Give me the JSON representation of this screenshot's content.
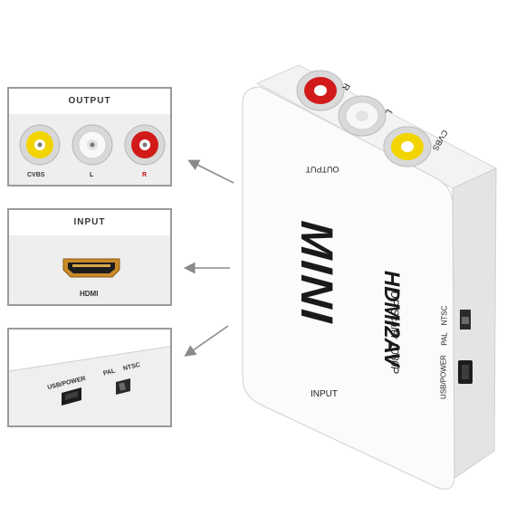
{
  "panels": {
    "output": {
      "title": "OUTPUT",
      "cvbs": "CVBS",
      "left": "L",
      "right": "R"
    },
    "input": {
      "title": "INPUT",
      "port": "HDMI"
    },
    "power": {
      "usb": "USB/POWER",
      "pal": "PAL",
      "ntsc": "NTSC"
    }
  },
  "device": {
    "brand": "MINI",
    "model": "HDMI2AV",
    "subtitle": "UP Scaler 1080P",
    "output": "OUTPUT",
    "input": "INPUT",
    "cvbs": "CVBS",
    "left": "L",
    "right": "R",
    "side_usb": "USB/POWER",
    "side_pal": "PAL",
    "side_ntsc": "NTSC"
  },
  "colors": {
    "yellow": "#f2d400",
    "white": "#f4f4f4",
    "red": "#d21a1a",
    "hdmi_gold": "#c98a2a",
    "frame": "#9a9a9a"
  }
}
